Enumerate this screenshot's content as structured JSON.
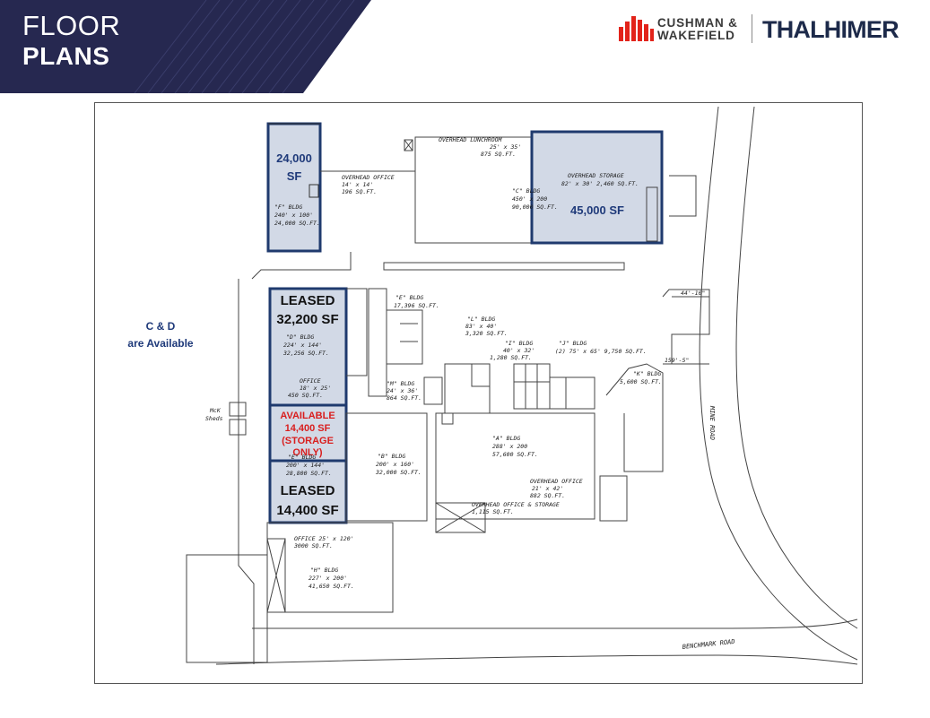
{
  "banner": {
    "line1": "FLOOR",
    "line2": "PLANS"
  },
  "logos": {
    "cw_line1": "CUSHMAN &",
    "cw_line2": "WAKEFIELD",
    "thalhimer": "THALHIMER"
  },
  "colors": {
    "banner_navy": "#262850",
    "highlight_fill": "#d2d9e6",
    "highlight_border": "#1f3a6e",
    "available_red": "#d91e1e",
    "text_blue": "#1f3a7a",
    "brand_red": "#e2231a"
  },
  "note": {
    "line1": "C & D",
    "line2": "are Available"
  },
  "highlights": {
    "f_area_l1": "24,000",
    "f_area_l2": "SF",
    "c_area": "45,000 SF",
    "d_status": "LEASED",
    "d_area": "32,200 SF",
    "avail_l1": "AVAILABLE",
    "avail_l2": "14,400 SF",
    "avail_l3": "(STORAGE",
    "avail_l4": "ONLY)",
    "e_status": "LEASED",
    "e_area": "14,400 SF"
  },
  "buildings": {
    "f": {
      "l1": "\"F\"  BLDG",
      "l2": "240' x 100'",
      "l3": "24,000 SQ.FT."
    },
    "f_office": {
      "l1": "OVERHEAD OFFICE",
      "l2": "14' x 14'",
      "l3": "196 SQ.FT."
    },
    "lunch": {
      "l1": "OVERHEAD LUNCHROOM",
      "l2": "25' x 35'",
      "l3": "875 SQ.FT."
    },
    "c": {
      "l1": "\"C\" BLDG",
      "l2": "450' x 200",
      "l3": "90,000 SQ.FT."
    },
    "c_storage": {
      "l1": "OVERHEAD STORAGE",
      "l2": "82' x 30'  2,460 SQ.FT."
    },
    "e_top": {
      "l1": "\"E\" BLDG",
      "l2": "17,396 SQ.FT."
    },
    "d": {
      "l1": "\"D\"  BLDG",
      "l2": "224' x 144'",
      "l3": "32,256 SQ.FT."
    },
    "d_office": {
      "l1": "OFFICE",
      "l2": "18' x 25'",
      "l3": "450 SQ.FT."
    },
    "m": {
      "l1": "\"M\"  BLDG",
      "l2": "24' x 36'",
      "l3": "864 SQ.FT."
    },
    "l": {
      "l1": "\"L\"  BLDG",
      "l2": "83' x 40'",
      "l3": "3,320 SQ.FT."
    },
    "i": {
      "l1": "\"I\"  BLDG",
      "l2": "40' x 32'",
      "l3": "1,280 SQ.FT."
    },
    "j": {
      "l1": "\"J\"  BLDG",
      "l2": "(2)  75' x 65'  9,750 SQ.FT."
    },
    "k": {
      "l1": "\"K\"  BLDG",
      "l2": "5,600 SQ.FT."
    },
    "a": {
      "l1": "\"A\"  BLDG",
      "l2": "288' x 200",
      "l3": "57,600 SQ.FT."
    },
    "b": {
      "l1": "\"B\"  BLDG",
      "l2": "200' x 160'",
      "l3": "32,000 SQ.FT."
    },
    "e_low": {
      "l1": "\"E\"  BLDG",
      "l2": "200' x 144'",
      "l3": "28,800 SQ.FT."
    },
    "a_office": {
      "l1": "OVERHEAD OFFICE",
      "l2": "21' x 42'",
      "l3": "882 SQ.FT."
    },
    "a_storage": {
      "l1": "OVERHEAD OFFICE & STORAGE",
      "l2": "1,115 SQ.FT."
    },
    "h_office": {
      "l1": "OFFICE  25' x 120'",
      "l2": "3000 SQ.FT."
    },
    "h": {
      "l1": "\"H\"  BLDG",
      "l2": "227' x 200'",
      "l3": "41,650 SQ.FT."
    }
  },
  "misc": {
    "mck_l1": "McK",
    "mck_l2": "Sheds",
    "dim_44": "44'-10\"",
    "dim_159": "159'-5\"",
    "mine_road": "MINE ROAD",
    "benchmark_road": "BENCHMARK ROAD"
  }
}
